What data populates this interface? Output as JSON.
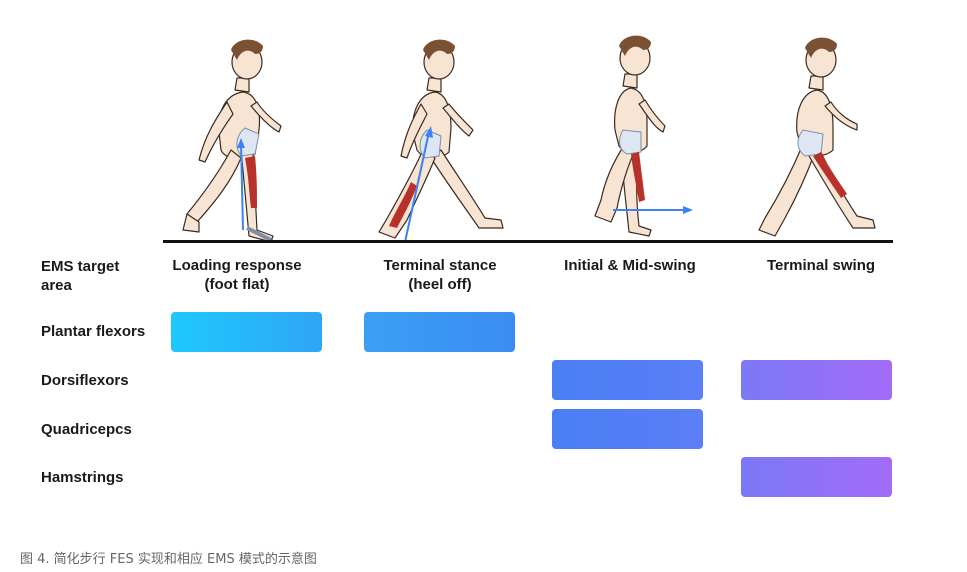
{
  "header_label": [
    "EMS target",
    "area"
  ],
  "phases": [
    {
      "title_lines": [
        "Loading response",
        "(foot flat)"
      ]
    },
    {
      "title_lines": [
        "Terminal stance",
        "(heel off)"
      ]
    },
    {
      "title_lines": [
        "Initial & Mid-swing"
      ]
    },
    {
      "title_lines": [
        "Terminal swing"
      ]
    }
  ],
  "muscles": [
    "Plantar flexors",
    "Dorsiflexors",
    "Quadricepcs",
    "Hamstrings"
  ],
  "activation": {
    "Plantar flexors": [
      true,
      true,
      false,
      false
    ],
    "Dorsiflexors": [
      false,
      false,
      true,
      true
    ],
    "Quadricepcs": [
      false,
      false,
      true,
      false
    ],
    "Hamstrings": [
      false,
      false,
      false,
      true
    ]
  },
  "colors": {
    "cyan": "#1ec8ff",
    "blue": "#3b8cf2",
    "indigo": "#4a7ff3",
    "violet": "#a36bf7",
    "skin": "#f8e4d2",
    "hair": "#7b5136",
    "muscle": "#b8322b",
    "brace": "#dde6f2",
    "arrow": "#3b82f6"
  },
  "caption": "图 4. 简化步行 FES 实现和相应 EMS 模式的示意图"
}
